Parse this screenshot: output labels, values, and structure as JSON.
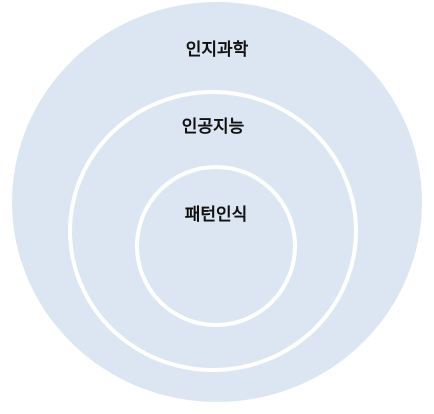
{
  "diagram": {
    "rings": [
      {
        "label": "인지과학"
      },
      {
        "label": "인공지능"
      },
      {
        "label": "패턴인식"
      }
    ]
  },
  "colors": {
    "fill": "#dce6f2",
    "ring_border": "#ffffff",
    "text": "#111111",
    "background": "#ffffff"
  }
}
